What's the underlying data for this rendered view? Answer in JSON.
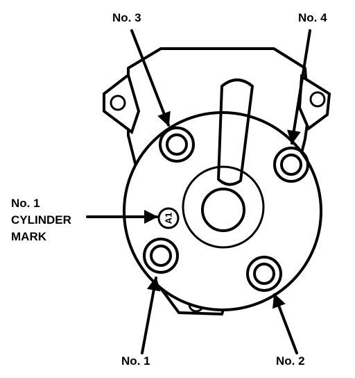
{
  "labels": {
    "no3": "No. 3",
    "no4": "No. 4",
    "cyl_line1": "No. 1",
    "cyl_line2": "CYLINDER",
    "cyl_line3": "MARK",
    "no1": "No. 1",
    "no2": "No. 2",
    "mark_text": "A1"
  },
  "colors": {
    "ink": "#000000",
    "paper": "#ffffff"
  }
}
